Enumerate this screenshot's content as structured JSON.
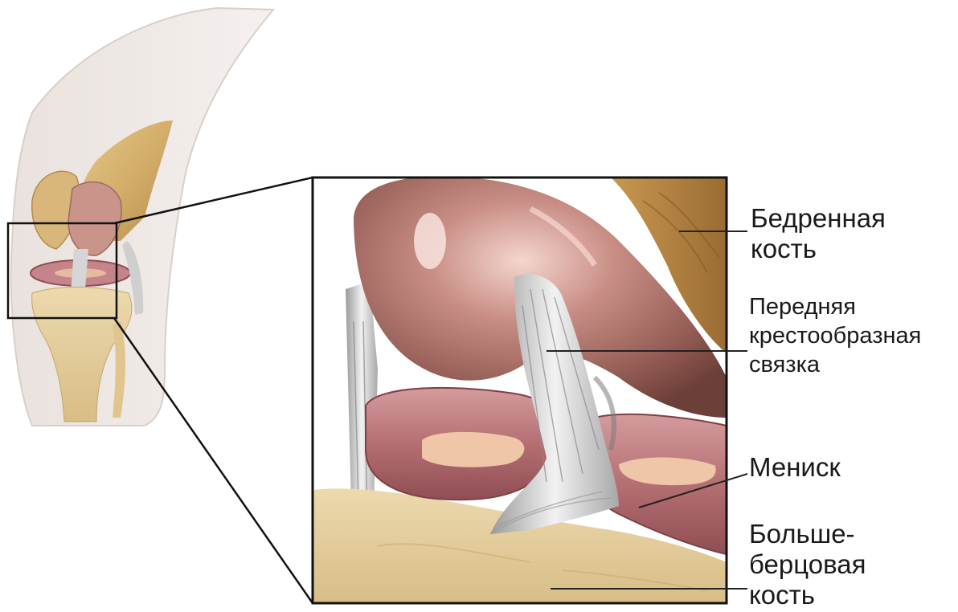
{
  "labels": {
    "femur": [
      "Бедренная",
      "кость"
    ],
    "acl": [
      "Передняя",
      "крестообразная",
      "связка"
    ],
    "meniscus": [
      "Мениск"
    ],
    "tibia": [
      "Больше-",
      "берцовая",
      "кость"
    ]
  }
}
